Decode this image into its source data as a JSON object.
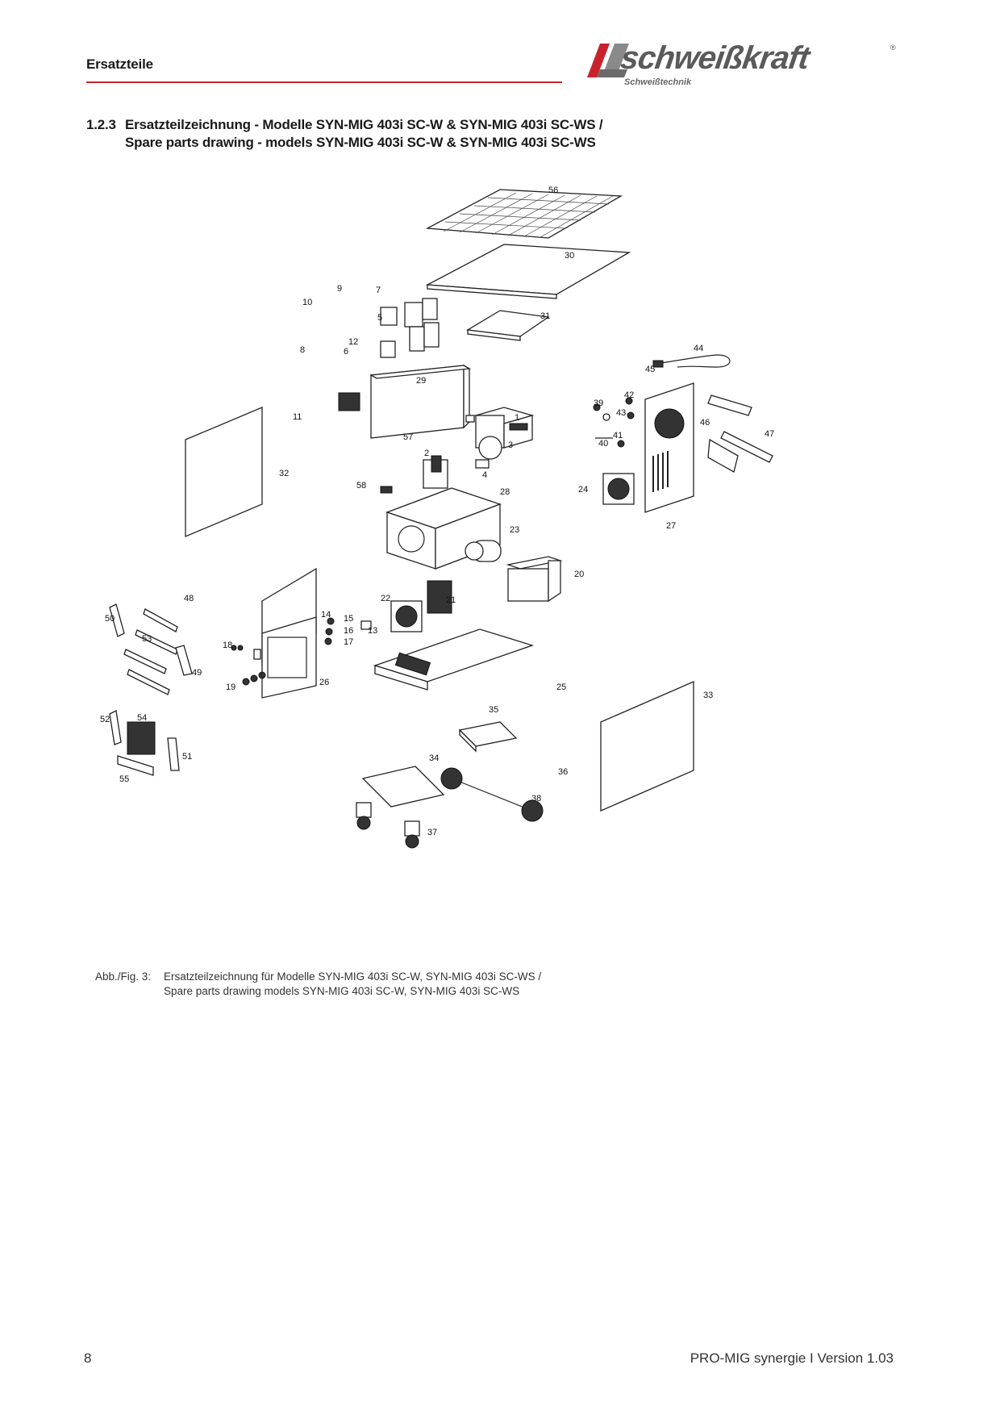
{
  "header": {
    "section_label": "Ersatzteile",
    "accent_color": "#c8232c"
  },
  "logo": {
    "brand": "schweißkraft",
    "registered": "®",
    "tagline": "Schweißtechnik"
  },
  "heading": {
    "number": "1.2.3",
    "line1": "Ersatzteilzeichnung  - Modelle SYN-MIG 403i SC-W & SYN-MIG 403i SC-WS /",
    "line2": "Spare parts drawing  - models SYN-MIG 403i SC-W & SYN-MIG 403i SC-WS"
  },
  "drawing": {
    "part_numbers": [
      "1",
      "2",
      "3",
      "4",
      "5",
      "6",
      "7",
      "8",
      "9",
      "10",
      "11",
      "12",
      "13",
      "14",
      "15",
      "16",
      "17",
      "18",
      "19",
      "20",
      "21",
      "22",
      "23",
      "24",
      "25",
      "26",
      "27",
      "28",
      "29",
      "30",
      "31",
      "32",
      "33",
      "34",
      "35",
      "36",
      "37",
      "38",
      "39",
      "40",
      "41",
      "42",
      "43",
      "44",
      "45",
      "46",
      "47",
      "48",
      "49",
      "50",
      "51",
      "52",
      "53",
      "54",
      "55",
      "56",
      "57",
      "58"
    ]
  },
  "caption": {
    "label": "Abb./Fig. 3:",
    "line1": "Ersatzteilzeichnung für Modelle SYN-MIG 403i SC-W, SYN-MIG 403i SC-WS /",
    "line2": "Spare parts drawing models SYN-MIG 403i SC-W, SYN-MIG 403i SC-WS"
  },
  "footer": {
    "page_number": "8",
    "doc_version": "PRO-MIG synergie I Version 1.03"
  }
}
